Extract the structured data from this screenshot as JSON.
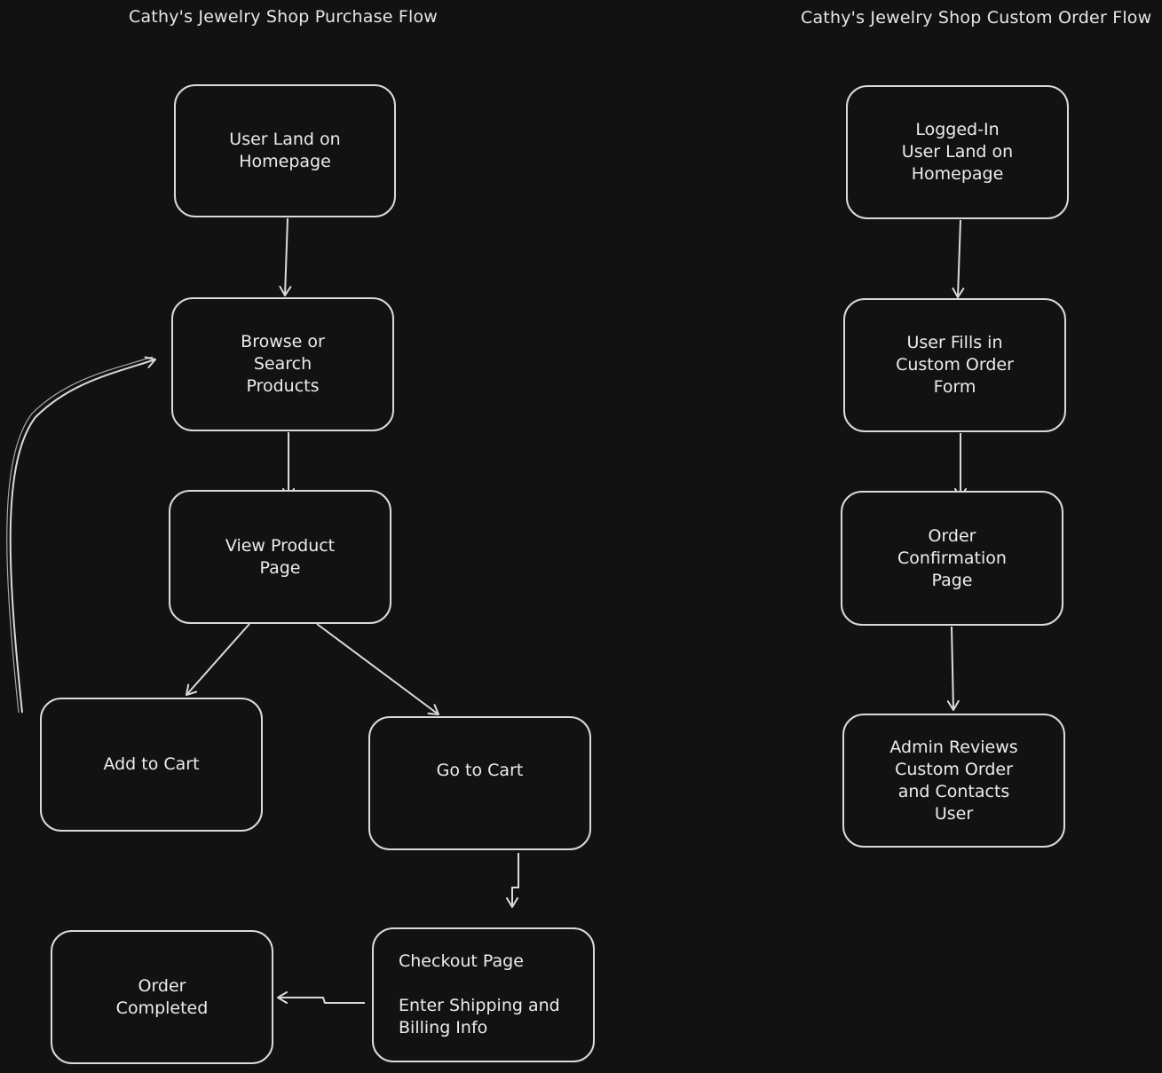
{
  "titles": {
    "purchase_flow": "Cathy's Jewelry Shop Purchase Flow",
    "custom_order_flow": "Cathy's Jewelry Shop Custom Order Flow"
  },
  "purchase_flow": {
    "landing": [
      "User Land on",
      "Homepage"
    ],
    "browse": [
      "Browse or",
      "Search",
      "Products"
    ],
    "product_page": [
      "View Product",
      "Page"
    ],
    "add_to_cart": [
      "Add to Cart"
    ],
    "go_to_cart": [
      "Go to Cart"
    ],
    "checkout": {
      "line1": "Checkout Page",
      "line2": "Enter Shipping and",
      "line3": "Billing Info"
    },
    "completed": [
      "Order",
      "Completed"
    ]
  },
  "custom_order_flow": {
    "landing": [
      "Logged-In",
      "User Land on",
      "Homepage"
    ],
    "form": [
      "User Fills in",
      "Custom Order",
      "Form"
    ],
    "confirmation": [
      "Order",
      "Confirmation",
      "Page"
    ],
    "admin_review": [
      "Admin Reviews",
      "Custom Order",
      "and Contacts",
      "User"
    ]
  },
  "colors": {
    "background": "#121212",
    "stroke": "#dadada",
    "text": "#ececec"
  }
}
